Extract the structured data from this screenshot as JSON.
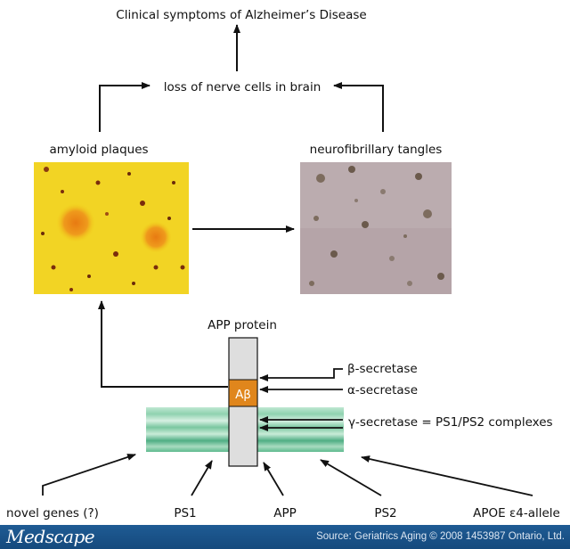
{
  "diagram": {
    "top_label": "Clinical symptoms of Alzheimer’s Disease",
    "middle_label": "loss of nerve cells in brain",
    "left_image_label": "amyloid plaques",
    "right_image_label": "neurofibrillary tangles",
    "protein_label": "APP protein",
    "abeta_label": "Aβ",
    "beta_secretase": "β-secretase",
    "alpha_secretase": "α-secretase",
    "gamma_secretase": "γ-secretase = PS1/PS2 complexes",
    "bottom_labels": [
      "novel genes (?)",
      "PS1",
      "APP",
      "PS2",
      "APOE ε4-allele"
    ],
    "colors": {
      "plaque_bg": "#f0cf1a",
      "tangle_bg": "#b5a4a8",
      "abeta": "#e0861c",
      "membrane": "#6cc39a",
      "protein_bar": "#dedede"
    }
  },
  "footer": {
    "brand": "Medscape",
    "source": "Source: Geriatrics Aging © 2008 1453987 Ontario, Ltd."
  }
}
